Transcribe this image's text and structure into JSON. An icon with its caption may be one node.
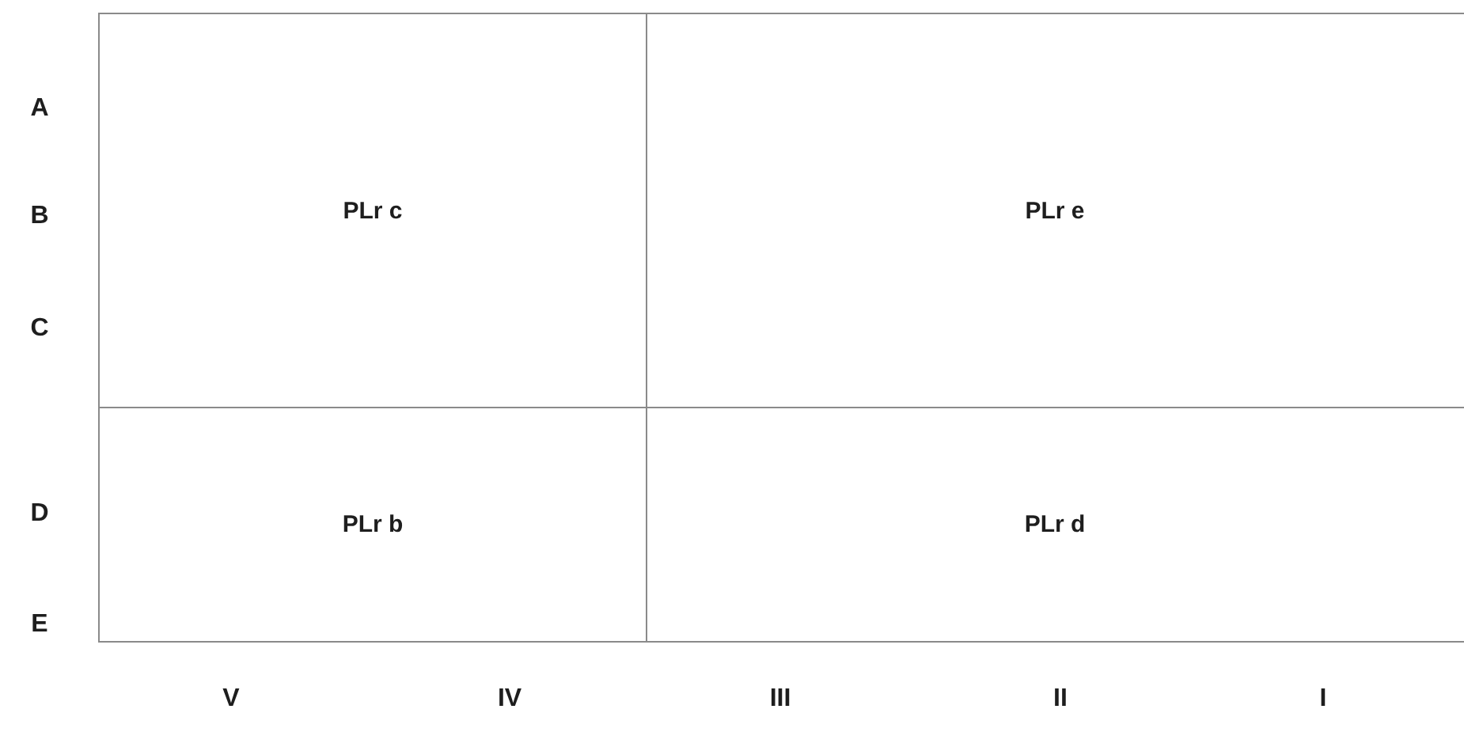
{
  "diagram": {
    "nodes": [
      {
        "text": [
          "PLr c"
        ]
      },
      {
        "text": [
          "PLr e"
        ]
      },
      {
        "text": [
          "PLr b"
        ]
      },
      {
        "text": [
          "PLr d"
        ]
      }
    ],
    "labels": [
      "A",
      "B",
      "C",
      "D",
      "E",
      "V",
      "IV",
      "III",
      "II",
      "I"
    ]
  }
}
